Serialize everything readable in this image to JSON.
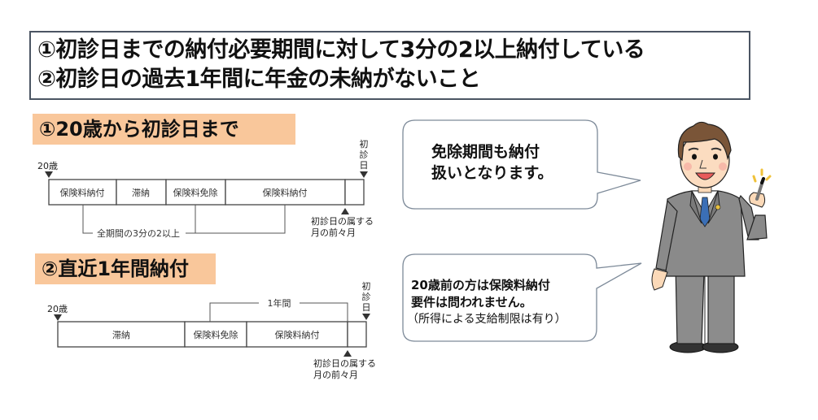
{
  "requirements": {
    "line1": "①初診日までの納付必要期間に対して3分の2以上納付している",
    "line2": "②初診日の過去1年間に年金の未納がないこと"
  },
  "section1": {
    "header": "①20歳から初診日まで",
    "start_label": "20歳",
    "end_label": [
      "初",
      "診",
      "日"
    ],
    "segments": [
      {
        "label": "保険料納付",
        "type": "paid"
      },
      {
        "label": "滞納",
        "type": "delinquent"
      },
      {
        "label": "保険料免除",
        "type": "exempt"
      },
      {
        "label": "保険料納付",
        "type": "paid"
      },
      {
        "label": "",
        "type": "blank"
      }
    ],
    "bracket_label": "全期間の3分の2以上",
    "marker_label_line1": "初診日の属する",
    "marker_label_line2": "月の前々月"
  },
  "section2": {
    "header": "②直近1年間納付",
    "start_label": "20歳",
    "end_label": [
      "初",
      "診",
      "日"
    ],
    "segments": [
      {
        "label": "滞納",
        "type": "delinquent"
      },
      {
        "label": "保険料免除",
        "type": "exempt"
      },
      {
        "label": "保険料納付",
        "type": "paid"
      },
      {
        "label": "",
        "type": "blank"
      }
    ],
    "bracket_label": "1年間",
    "marker_label_line1": "初診日の属する",
    "marker_label_line2": "月の前々月"
  },
  "bubble1": {
    "line1": "免除期間も納付",
    "line2": "扱いとなります。"
  },
  "bubble2": {
    "line1": "20歳前の方は保険料納付",
    "line2": "要件は問われません。",
    "line3": "（所得による支給制限は有り）"
  },
  "colors": {
    "header_bg": "#f9c79b",
    "box_border": "#4b5563",
    "bubble_border": "#7d8a99",
    "suit": "#8a8a8a"
  }
}
